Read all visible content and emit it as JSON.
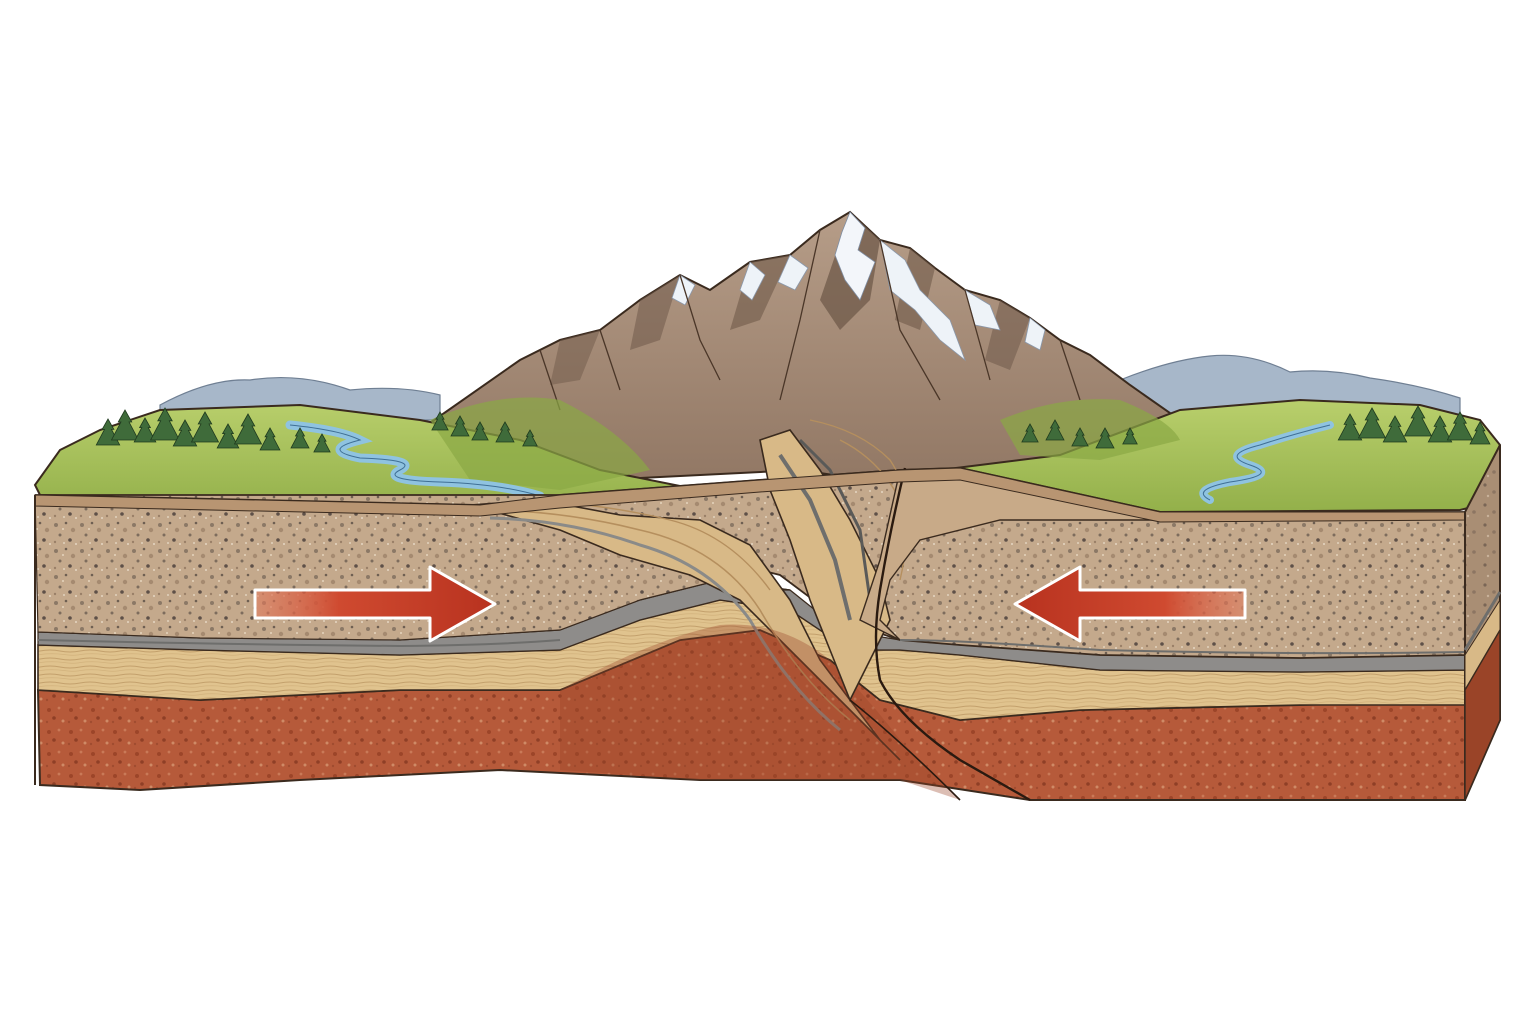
{
  "diagram": {
    "kind": "block-diagram-cross-section",
    "labels": [],
    "arrows": [
      {
        "direction": "right",
        "color": "#c0392b"
      },
      {
        "direction": "left",
        "color": "#c0392b"
      }
    ],
    "colors": {
      "background": "#ffffff",
      "grass": "#a9c25a",
      "grass_dark": "#7e9a3a",
      "forest": "#3f6b3a",
      "river": "#8fc3e0",
      "distant_hills": "#9fb0c4",
      "mountain_rock": "#9a8472",
      "mountain_shadow": "#6f5a4a",
      "snow": "#f3f6fa",
      "gravel_layer": "#c2a68a",
      "gray_band": "#8d8c8a",
      "sandstone_layer": "#e1c48f",
      "tan_layer": "#d6b07a",
      "red_mantle": "#b85a3a",
      "red_mantle_dark": "#9a4428",
      "outline": "#3a2a1e",
      "arrow": "#c0392b",
      "arrow_highlight": "#e06a4a"
    },
    "icons": [
      "mountain-peak-icon",
      "pine-tree-icon",
      "river-icon",
      "push-arrow-icon"
    ]
  }
}
